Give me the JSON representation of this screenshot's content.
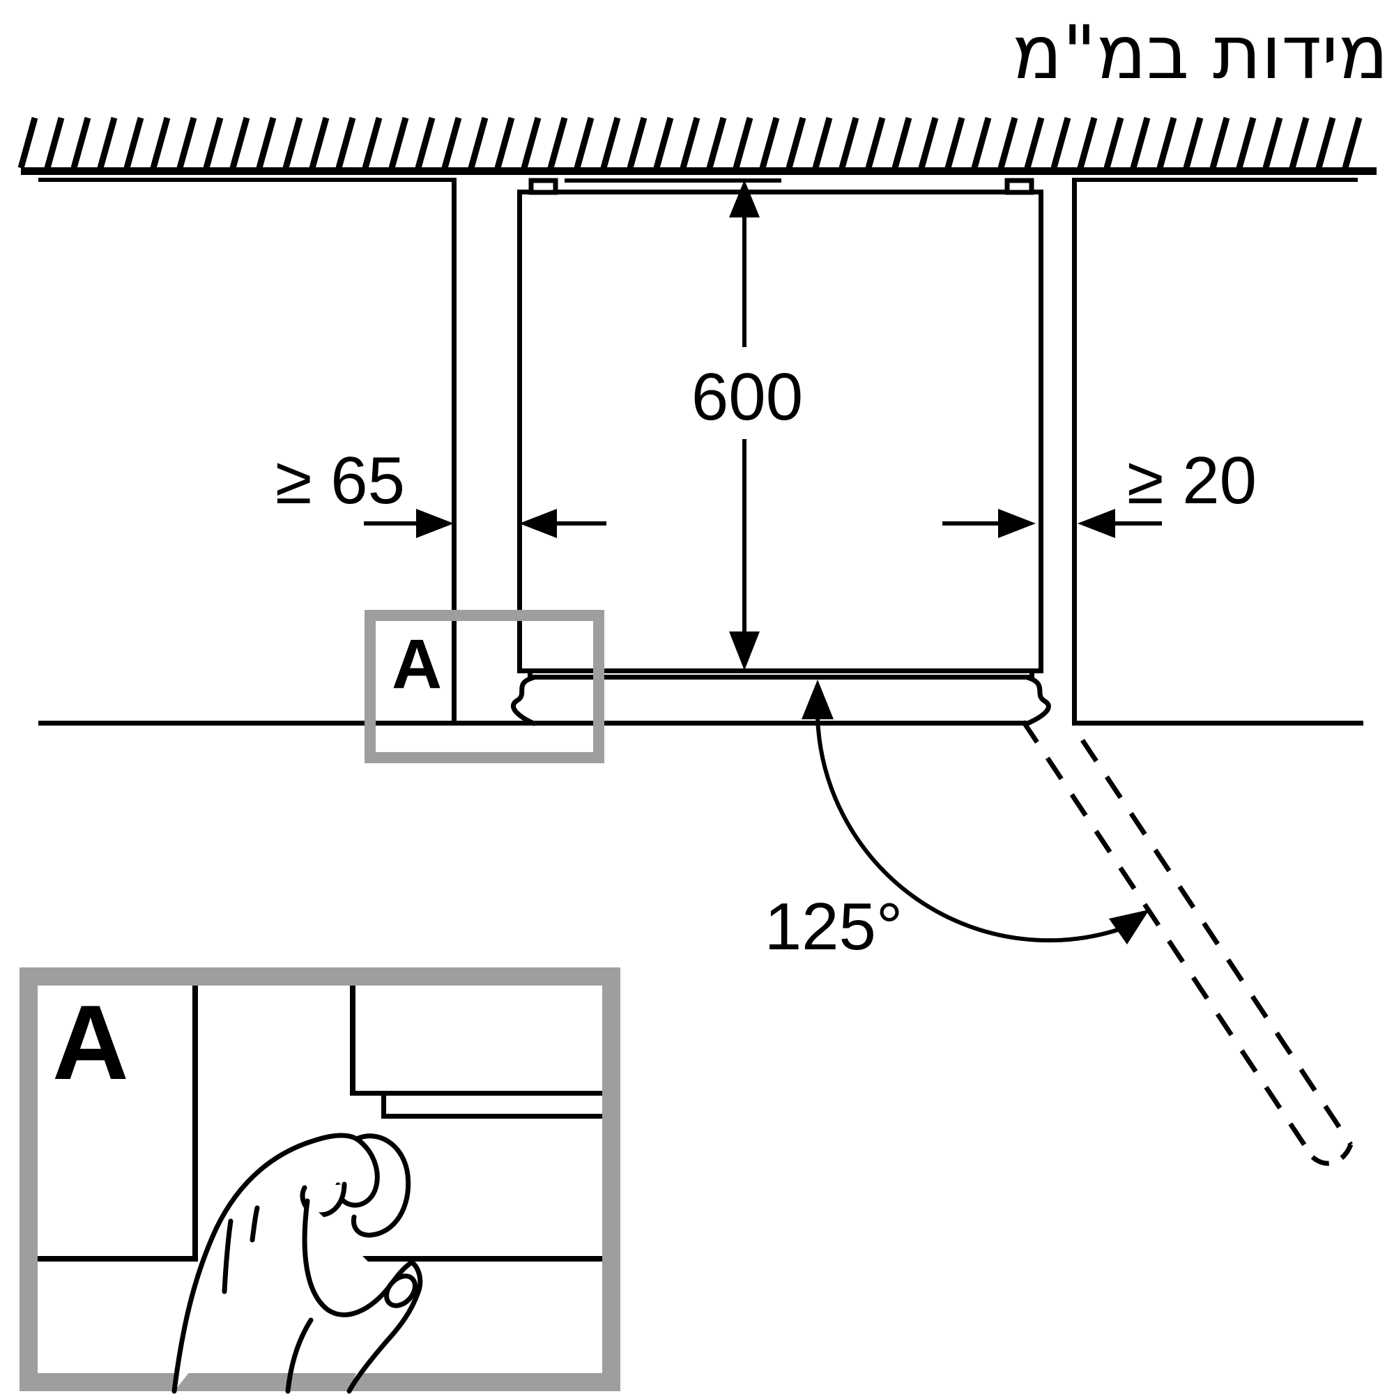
{
  "title": {
    "text": "מידות במ\"מ"
  },
  "dimensions": {
    "depth": {
      "value": "600"
    },
    "left_clearance": {
      "value": "≥ 65"
    },
    "right_clearance": {
      "value": "≥ 20"
    },
    "door_angle": {
      "value": "125°"
    }
  },
  "callout": {
    "label": "A"
  },
  "detail_view": {
    "label": "A"
  },
  "colors": {
    "line": "#000000",
    "callout_border": "#9e9e9e",
    "background": "#ffffff"
  }
}
